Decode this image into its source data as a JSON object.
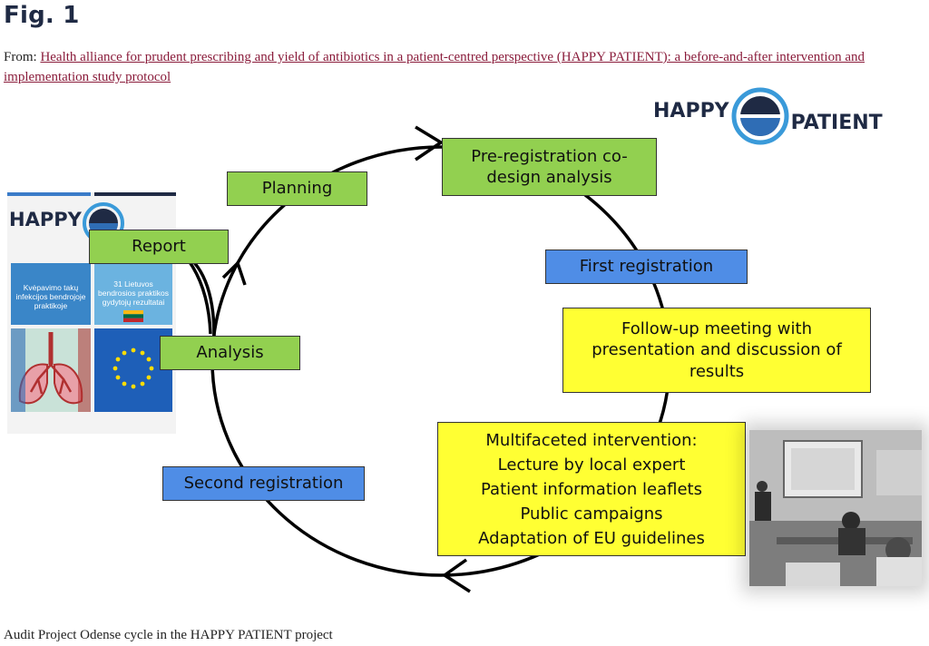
{
  "header": {
    "fig_label": "Fig. 1",
    "from_prefix": "From: ",
    "from_link": "Health alliance for prudent prescribing and yield of antibiotics in a patient-centred perspective (HAPPY PATIENT): a before-and-after intervention and implementation study protocol"
  },
  "logo": {
    "left_word": "HAPPY",
    "right_word": "PATIENT"
  },
  "poster": {
    "title": "HAPPY",
    "tile_left": "Kvėpavimo takų infekcijos bendrojoje praktikoje",
    "tile_right": "31 Lietuvos bendrosios praktikos gydytojų rezultatai"
  },
  "cycle": {
    "planning": "Planning",
    "report": "Report",
    "analysis": "Analysis",
    "pre_registration": "Pre-registration co-design analysis",
    "first_registration": "First registration",
    "follow_up": "Follow-up meeting with presentation and discussion of results",
    "intervention_title": "Multifaceted intervention:",
    "intervention_items": [
      "Lecture by local expert",
      "Patient information leaflets",
      "Public campaigns",
      "Adaptation of EU guidelines"
    ],
    "second_registration": "Second registration"
  },
  "colors": {
    "green": "#92d050",
    "blue": "#4f8de6",
    "yellow": "#ffff33",
    "navy": "#1f2a44",
    "link": "#8a1c3b"
  },
  "caption": "Audit Project Odense cycle in the HAPPY PATIENT project"
}
